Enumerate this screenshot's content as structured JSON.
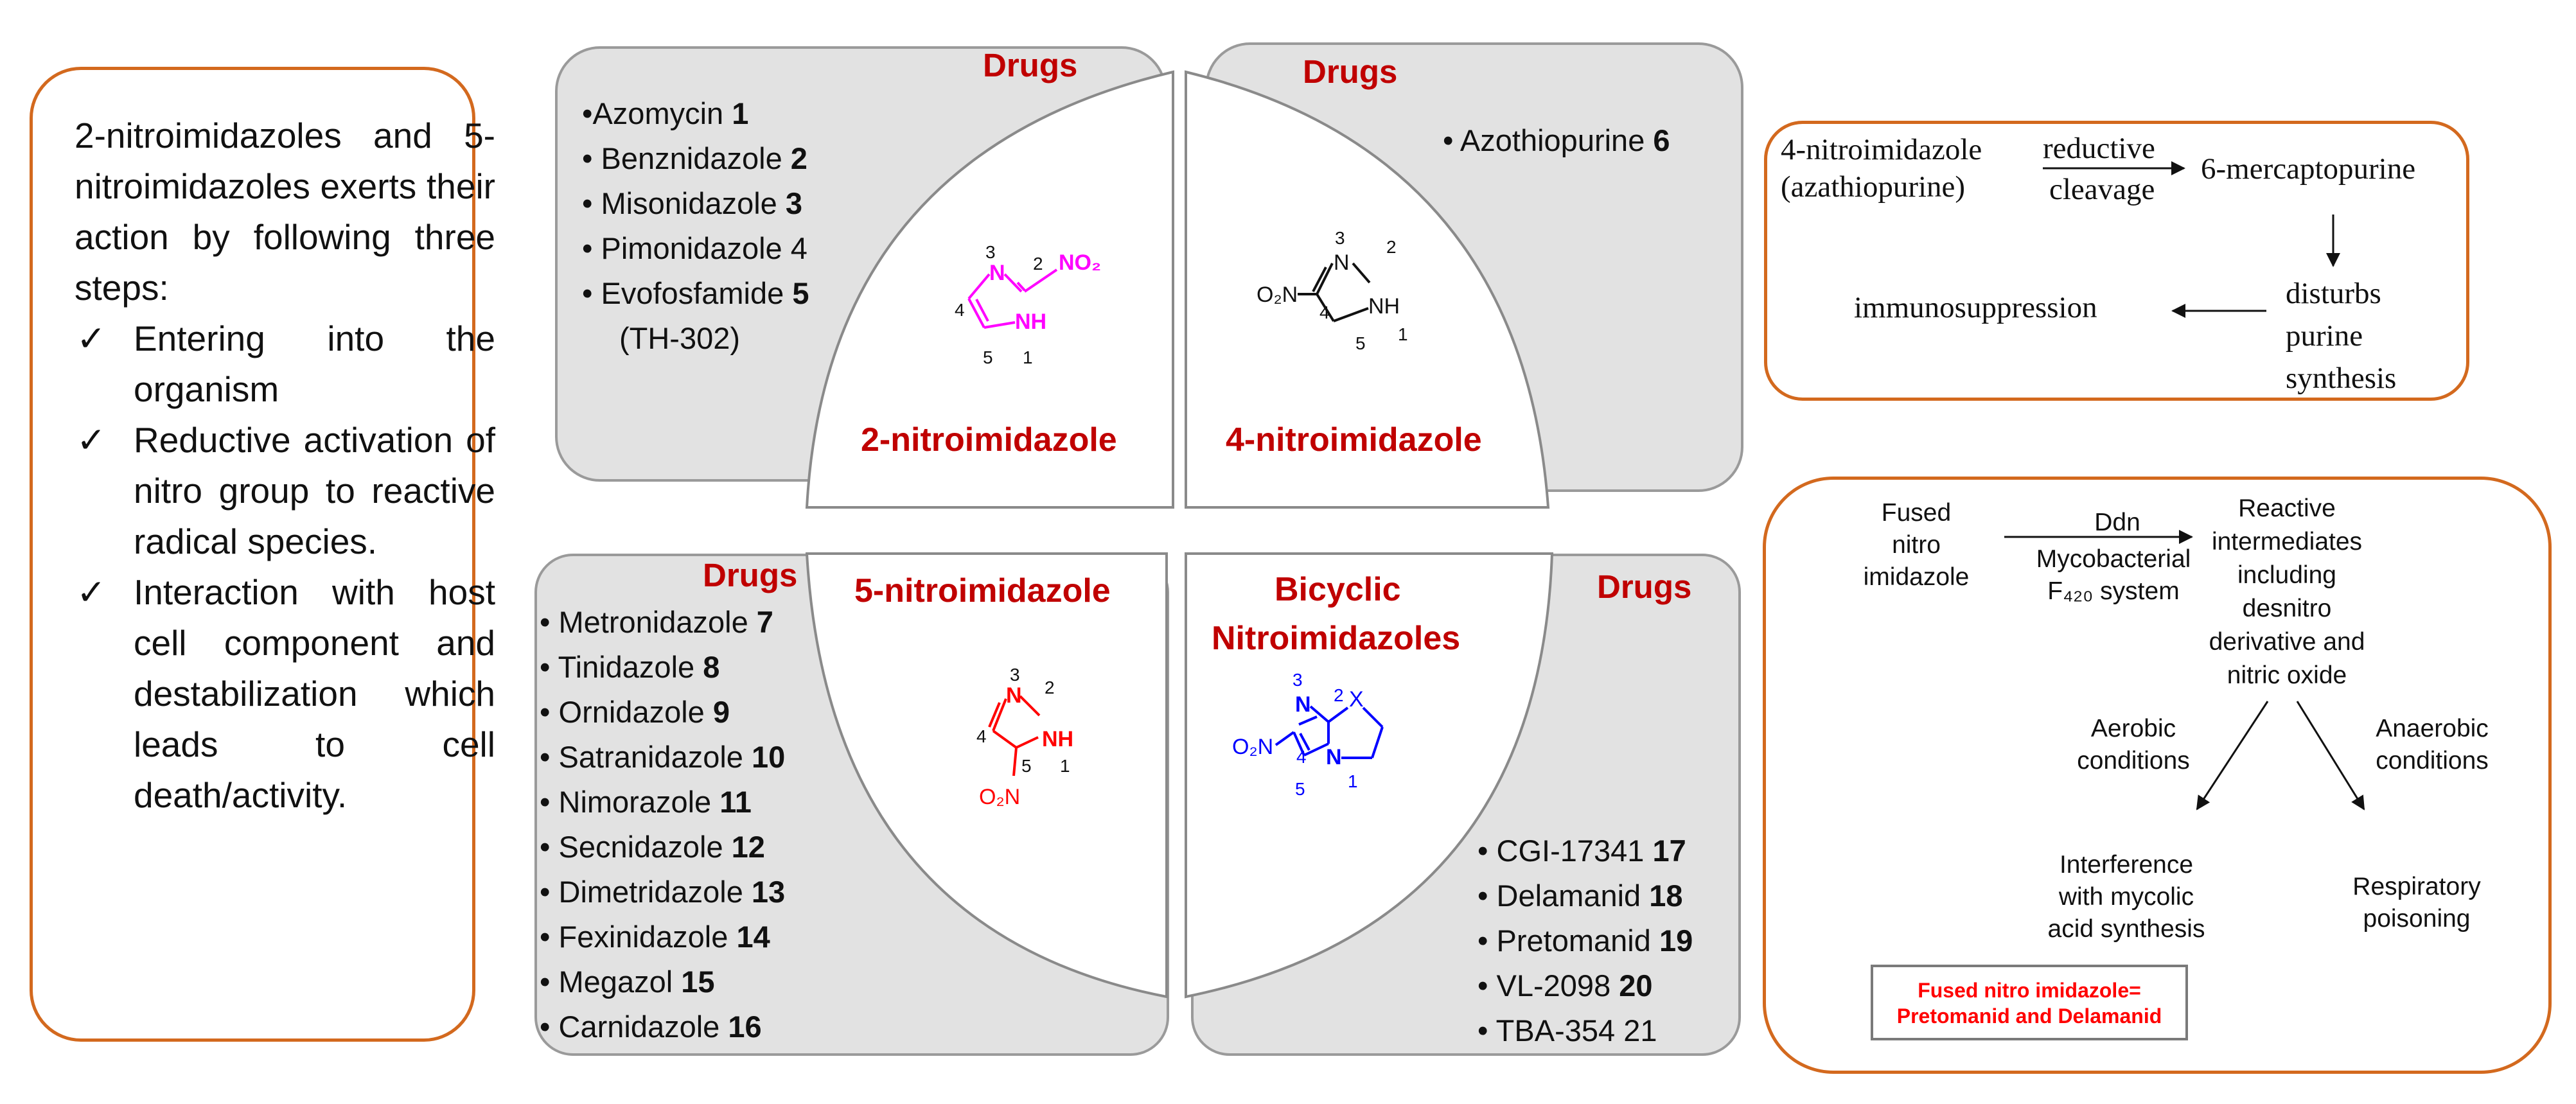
{
  "left_panel": {
    "intro": "2-nitroimidazoles and 5-nitroimidazoles exerts their action by following three steps:",
    "steps": [
      "Entering into the organism",
      "Reductive activation of nitro group to reactive radical species.",
      "Interaction with host cell component and destabilization which leads to cell death/activity."
    ],
    "check_symbol": "✓"
  },
  "quadrants": {
    "top_left": {
      "heading": "Drugs",
      "class_name": "2-nitroimidazole",
      "drugs": [
        {
          "name": "•Azomycin",
          "num": "1"
        },
        {
          "name": "• Benznidazole",
          "num": "2"
        },
        {
          "name": "• Misonidazole",
          "num": "3"
        },
        {
          "name": "• Pimonidazole 4",
          "num": ""
        },
        {
          "name": "• Evofosfamide",
          "num": "5"
        },
        {
          "name": "(TH-302)",
          "num": ""
        }
      ],
      "structure": {
        "n3": "3",
        "n2": "2",
        "no2": "NO₂",
        "n4": "4",
        "nh": "NH",
        "n5": "5",
        "n1": "1",
        "N": "N"
      }
    },
    "top_right": {
      "heading": "Drugs",
      "class_name": "4-nitroimidazole",
      "drugs": [
        {
          "name": "•  Azothiopurine",
          "num": "6"
        }
      ],
      "structure": {
        "n3": "3",
        "n2": "2",
        "no2": "O₂N",
        "n4": "4",
        "nh": "NH",
        "n5": "5",
        "n1": "1",
        "N": "N"
      }
    },
    "bottom_left": {
      "heading": "Drugs",
      "class_name": "5-nitroimidazole",
      "drugs": [
        {
          "name": "• Metronidazole",
          "num": "7"
        },
        {
          "name": "• Tinidazole",
          "num": "8"
        },
        {
          "name": "• Ornidazole",
          "num": "9"
        },
        {
          "name": "•  Satranidazole",
          "num": "10"
        },
        {
          "name": "• Nimorazole",
          "num": "11"
        },
        {
          "name": "• Secnidazole",
          "num": "12"
        },
        {
          "name": "• Dimetridazole",
          "num": "13"
        },
        {
          "name": "• Fexinidazole",
          "num": "14"
        },
        {
          "name": "• Megazol",
          "num": "15"
        },
        {
          "name": "• Carnidazole",
          "num": "16"
        }
      ],
      "structure": {
        "n3": "3",
        "n2": "2",
        "no2": "O₂N",
        "n4": "4",
        "nh": "NH",
        "n5": "5",
        "n1": "1",
        "N": "N"
      }
    },
    "bottom_right": {
      "heading": "Drugs",
      "class_name_line1": "Bicyclic",
      "class_name_line2": "Nitroimidazoles",
      "drugs": [
        {
          "name": "•  CGI-17341",
          "num": "17"
        },
        {
          "name": "•  Delamanid",
          "num": "18"
        },
        {
          "name": "•  Pretomanid",
          "num": "19"
        },
        {
          "name": "•  VL-2098",
          "num": "20"
        },
        {
          "name": "•  TBA-354 21",
          "num": ""
        }
      ],
      "structure": {
        "n3": "3",
        "n2": "2",
        "no2": "O₂N",
        "n4": "4",
        "x": "X",
        "n5": "5",
        "n1": "1",
        "N": "N"
      }
    }
  },
  "top_flow": {
    "source_line1": "4-nitroimidazole",
    "source_line2": "(azathiopurine)",
    "arrow_top": "reductive",
    "arrow_bottom": "cleavage",
    "product": "6-mercaptopurine",
    "effect_line1": "disturbs",
    "effect_line2": "purine",
    "effect_line3": "synthesis",
    "outcome": "immunosuppression"
  },
  "bottom_flow": {
    "source_line1": "Fused",
    "source_line2": "nitro",
    "source_line3": "imidazole",
    "arrow_top": "Ddn",
    "arrow_bottom_line1": "Mycobacterial",
    "arrow_bottom_line2": "F₄₂₀ system",
    "intermediate_lines": [
      "Reactive",
      "intermediates",
      "including",
      "desnitro",
      "derivative and",
      "nitric oxide"
    ],
    "branch_left_line1": "Aerobic",
    "branch_left_line2": "conditions",
    "branch_right_line1": "Anaerobic",
    "branch_right_line2": "conditions",
    "result_left_lines": [
      "Interference",
      "with mycolic",
      "acid synthesis"
    ],
    "result_right_line1": "Respiratory",
    "result_right_line2": "poisoning",
    "callout_line1": "Fused nitro imidazole=",
    "callout_line2": "Pretomanid and Delamanid"
  },
  "colors": {
    "accent_orange": "#d3691e",
    "title_red": "#c00000",
    "magenta": "#ff00ff",
    "blue": "#0000ff",
    "red": "#ff0000",
    "quad_fill": "#e2e2e2"
  }
}
